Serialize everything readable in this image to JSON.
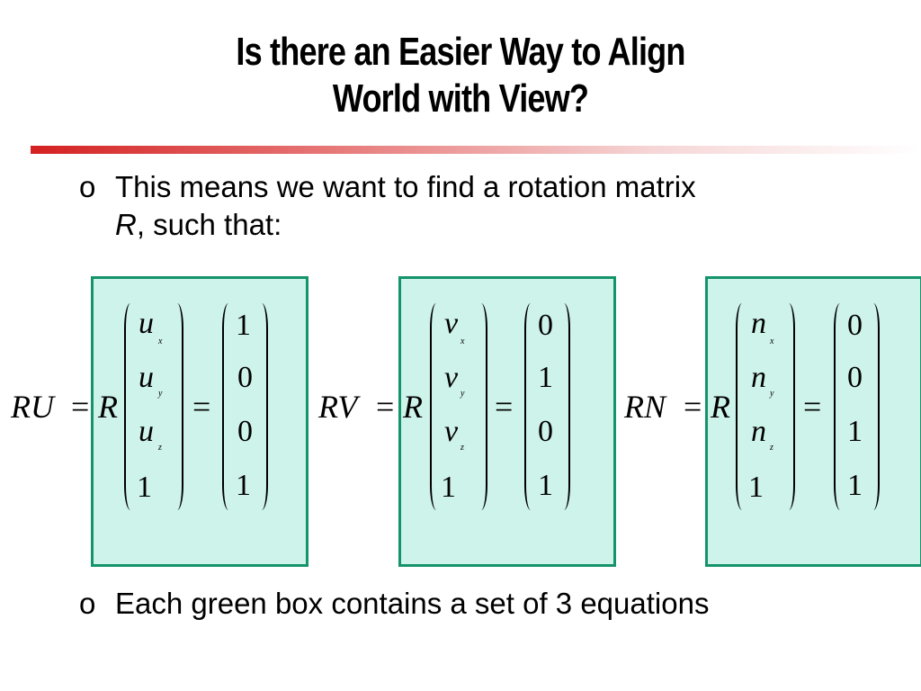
{
  "slide": {
    "title_line1": "Is there an Easier Way to Align",
    "title_line2": "World with View?",
    "bullet_marker": "o",
    "bullet1_text_a": "This means we want to find a rotation matrix",
    "bullet1_var": "R",
    "bullet1_text_b": ", such that:",
    "bullet2_text": "Each green box contains a set of 3 equations"
  },
  "equations": [
    {
      "lhs": "RU",
      "matrix": "R",
      "eq": "=",
      "vec": [
        "u",
        "u",
        "u",
        "1"
      ],
      "subs": [
        "x",
        "y",
        "z"
      ],
      "result": [
        "1",
        "0",
        "0",
        "1"
      ]
    },
    {
      "lhs": "RV",
      "matrix": "R",
      "eq": "=",
      "vec": [
        "v",
        "v",
        "v",
        "1"
      ],
      "subs": [
        "x",
        "y",
        "z"
      ],
      "result": [
        "0",
        "1",
        "0",
        "1"
      ]
    },
    {
      "lhs": "RN",
      "matrix": "R",
      "eq": "=",
      "vec": [
        "n",
        "n",
        "n",
        "1"
      ],
      "subs": [
        "x",
        "y",
        "z"
      ],
      "result": [
        "0",
        "0",
        "1",
        "1"
      ]
    }
  ],
  "colors": {
    "box_fill": "#cef3ea",
    "box_border": "#15936b",
    "rule_red": "#d42020"
  }
}
